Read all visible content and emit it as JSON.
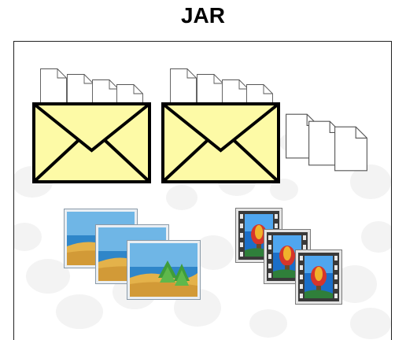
{
  "title": "JAR",
  "contents": {
    "envelope_groups": [
      {
        "name": "envelope-1",
        "documents": 4
      },
      {
        "name": "envelope-2",
        "documents": 4
      }
    ],
    "loose_documents": 3,
    "image_files": 3,
    "video_files": 3
  },
  "colors": {
    "envelope_fill": "#fdfaa6",
    "envelope_stroke": "#000000",
    "document_stroke": "#555555",
    "background_bubbles": "#f3f3f3"
  },
  "icons": [
    "document-icon",
    "envelope-icon",
    "picture-icon",
    "film-icon"
  ]
}
